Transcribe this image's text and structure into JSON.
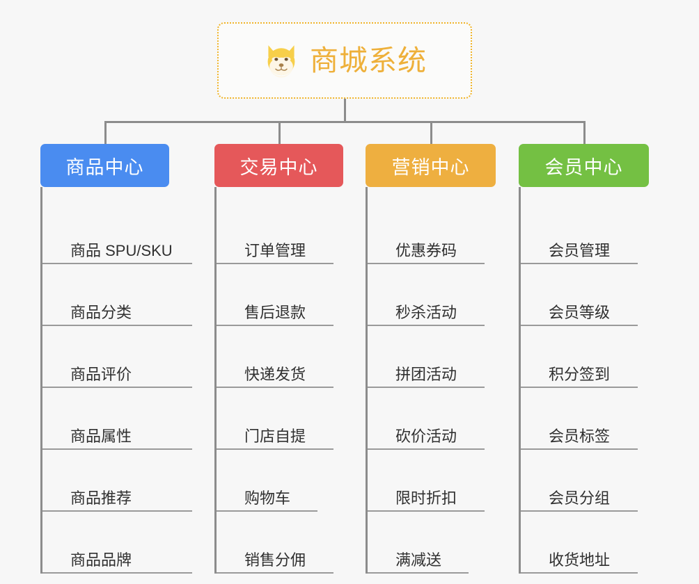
{
  "root": {
    "title": "商城系统",
    "icon": "shiba-dog-face-emoji"
  },
  "colors": {
    "background": "#f7f7f7",
    "root_border": "#f0b429",
    "root_text": "#eeb03a",
    "connector": "#8c8c8c",
    "branch_1": "#4a8cf0",
    "branch_2": "#e5585a",
    "branch_3": "#eeaf40",
    "branch_4": "#74c043",
    "leaf_text": "#303030",
    "leaf_rule": "#9a9a9a"
  },
  "branches": [
    {
      "label": "商品中心",
      "color": "#4a8cf0",
      "items": [
        "商品 SPU/SKU",
        "商品分类",
        "商品评价",
        "商品属性",
        "商品推荐",
        "商品品牌"
      ]
    },
    {
      "label": "交易中心",
      "color": "#e5585a",
      "items": [
        "订单管理",
        "售后退款",
        "快递发货",
        "门店自提",
        "购物车",
        "销售分佣"
      ]
    },
    {
      "label": "营销中心",
      "color": "#eeaf40",
      "items": [
        "优惠券码",
        "秒杀活动",
        "拼团活动",
        "砍价活动",
        "限时折扣",
        "满减送"
      ]
    },
    {
      "label": "会员中心",
      "color": "#74c043",
      "items": [
        "会员管理",
        "会员等级",
        "积分签到",
        "会员标签",
        "会员分组",
        "收货地址"
      ]
    }
  ]
}
